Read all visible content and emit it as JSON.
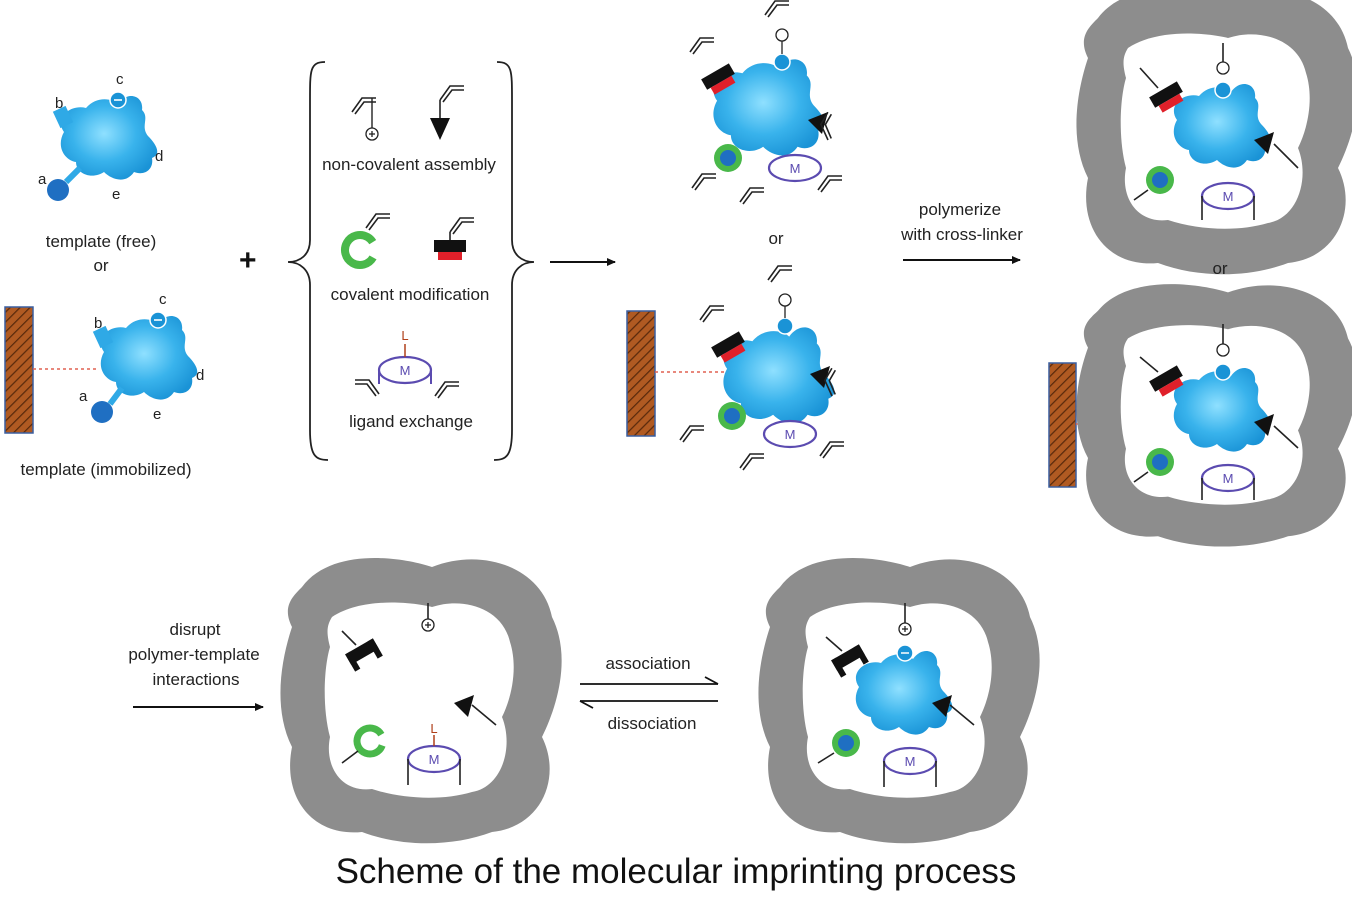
{
  "labels": {
    "template_free": "template (free)",
    "or_1": "or",
    "template_immobilized": "template (immobilized)",
    "site_a": "a",
    "site_b": "b",
    "site_c": "c",
    "site_d": "d",
    "site_e": "e",
    "plus": "+",
    "non_covalent": "non-covalent assembly",
    "covalent": "covalent modification",
    "ligand_exchange": "ligand exchange",
    "or_2": "or",
    "polymerize_1": "polymerize",
    "polymerize_2": "with cross-linker",
    "or_3": "or",
    "disrupt_1": "disrupt",
    "disrupt_2": "polymer-template",
    "disrupt_3": "interactions",
    "association": "association",
    "dissociation": "dissociation",
    "metal": "M",
    "ligand": "L",
    "charge_neg": "−",
    "charge_pos": "+"
  },
  "caption": "Scheme of the molecular imprinting process",
  "colors": {
    "template": "#2fa9e6",
    "template_light": "#7fd6f7",
    "site_a": "#1f6fc2",
    "green_ring": "#49b84a",
    "red_clip": "#e0202a",
    "purple_ring": "#5b4bb0",
    "polymer": "#8d8d8d",
    "support": "#a0521d",
    "tether": "#e06050"
  }
}
